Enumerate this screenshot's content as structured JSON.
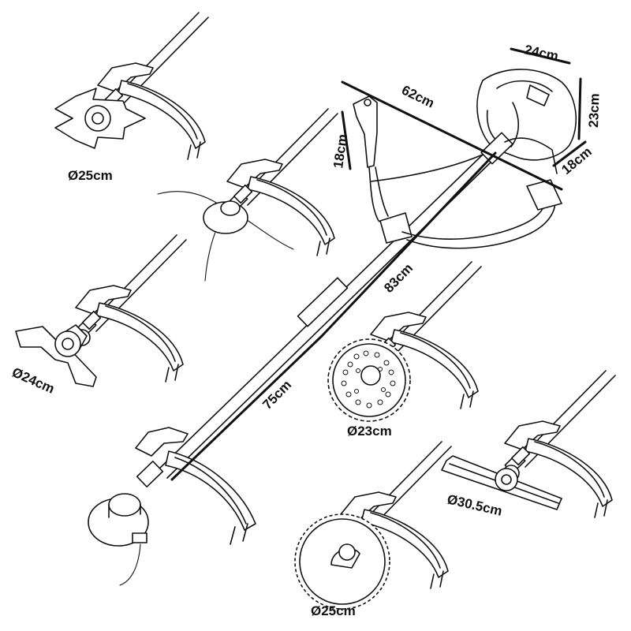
{
  "dimensions": {
    "engine_width": "24cm",
    "engine_height": "23cm",
    "engine_depth": "18cm",
    "handle_span": "62cm",
    "grip_height": "18cm",
    "shaft_upper": "83cm",
    "shaft_lower": "75cm"
  },
  "attachments": {
    "three_tooth_blade": "Ø25cm",
    "trimmer_line_head": "",
    "four_tooth_blade": "Ø24cm",
    "carbide_saw_blade": "Ø23cm",
    "hedge_cutter_bar": "Ø30.5cm",
    "circular_saw_blade": "Ø25cm"
  },
  "colors": {
    "line": "#111111",
    "background": "#ffffff"
  }
}
